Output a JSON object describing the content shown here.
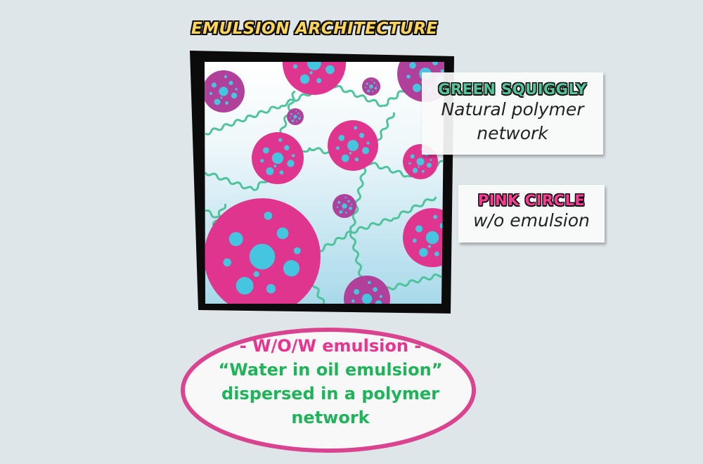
{
  "title": "EMULSION ARCHITECTURE",
  "legend": [
    {
      "heading": "GREEN SQUIGGLY",
      "description": "Natural polymer network",
      "color": "#55c49b"
    },
    {
      "heading": "PINK CIRCLE",
      "description": "w/o emulsion",
      "color": "#ff3b95"
    }
  ],
  "caption": {
    "line1": "- W/O/W emulsion -",
    "line2": "“Water in oil emulsion”",
    "line3": "dispersed in a polymer",
    "line4": "network"
  },
  "colors": {
    "background": "#dfe6e9",
    "droplet": "#e0358f",
    "inner_droplet": "#44c6e0",
    "polymer": "#4fc39b",
    "oval_border": "#d9438f"
  }
}
